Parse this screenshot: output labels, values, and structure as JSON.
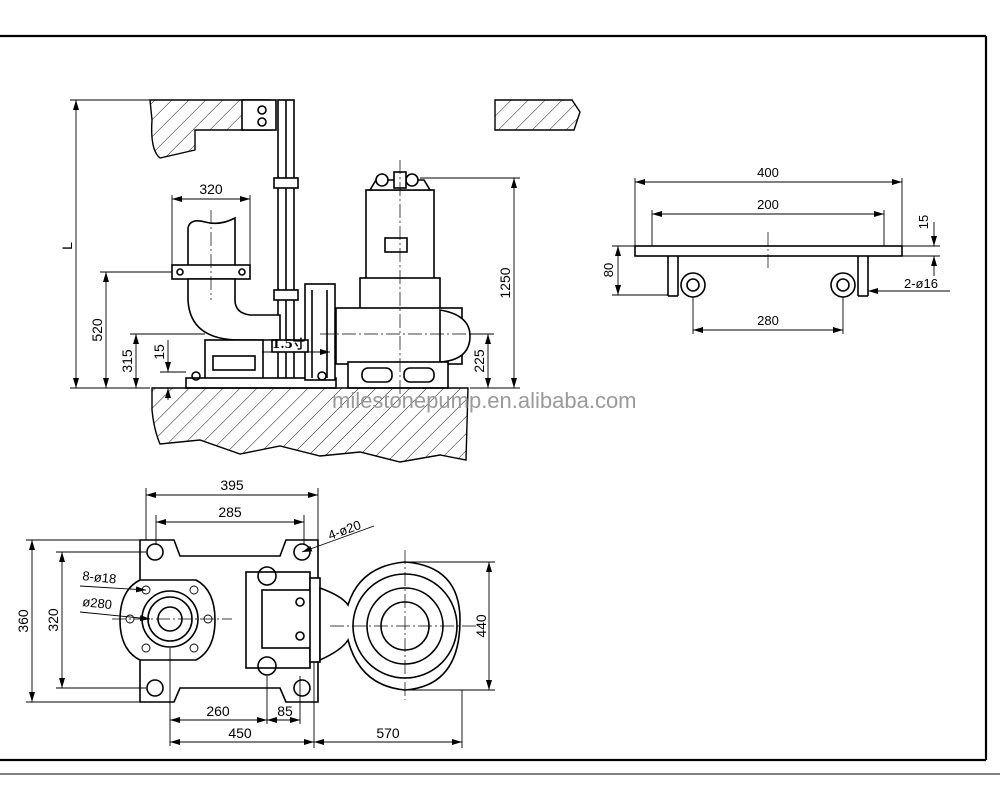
{
  "side_view": {
    "dim_length": "L",
    "dim_overall_height": "1250",
    "dim_outlet_width": "320",
    "dim_outlet_height": "520",
    "dim_base_height": "315",
    "dim_plate": "15",
    "dim_discharge_center": "225",
    "valve_label": "1.5寸"
  },
  "bracket_view": {
    "dim_total_width": "400",
    "dim_hole_span": "200",
    "dim_plate_thickness": "15",
    "dim_height": "80",
    "dim_roller_span": "280",
    "dim_holes": "2-ø16"
  },
  "plan_view": {
    "dim_width_395": "395",
    "dim_width_285": "285",
    "dim_bolt_holes": "4-ø20",
    "dim_flange_holes": "8-ø18",
    "dim_flange_pcd": "ø280",
    "dim_height_360": "360",
    "dim_height_320": "320",
    "dim_pump_dia": "440",
    "dim_260": "260",
    "dim_85": "85",
    "dim_450": "450",
    "dim_570": "570"
  },
  "watermark": "milestonepump.en.alibaba.com"
}
